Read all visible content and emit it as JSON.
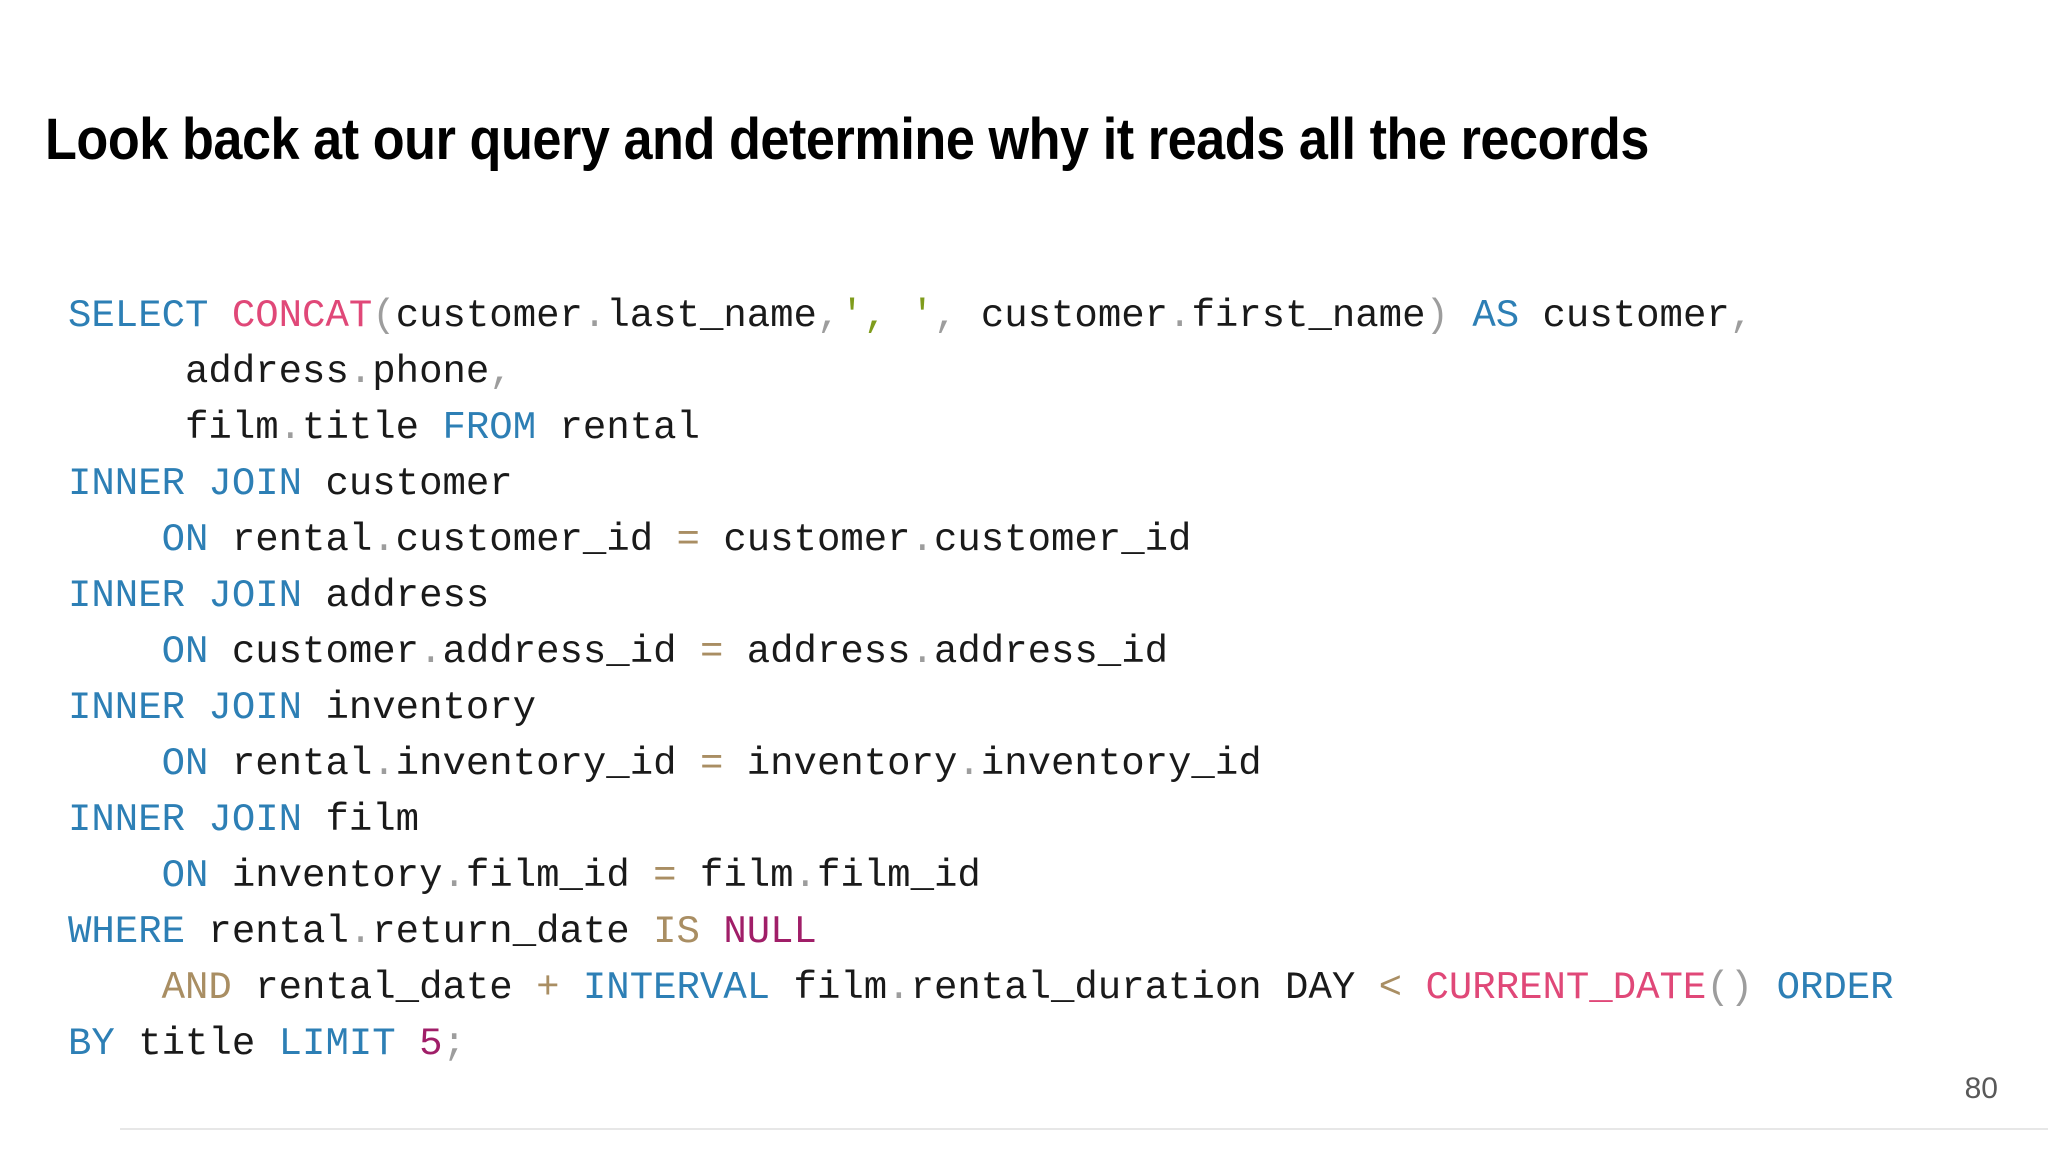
{
  "slide": {
    "title": "Look back at our query and determine why it reads all the records",
    "page_number": "80"
  },
  "palette": {
    "keyword": "#2d7fb5",
    "function": "#e04878",
    "literal": "#a01e68",
    "operator": "#a98e63",
    "string": "#7f9c1c",
    "punct": "#9d9d9d",
    "plain": "#1a1a1a"
  },
  "code": {
    "language": "sql",
    "lines": [
      [
        {
          "t": "SELECT",
          "c": "keyword"
        },
        {
          "t": " ",
          "c": "plain"
        },
        {
          "t": "CONCAT",
          "c": "function"
        },
        {
          "t": "(",
          "c": "punct"
        },
        {
          "t": "customer",
          "c": "plain"
        },
        {
          "t": ".",
          "c": "punct"
        },
        {
          "t": "last_name",
          "c": "plain"
        },
        {
          "t": ",",
          "c": "punct"
        },
        {
          "t": "', '",
          "c": "string"
        },
        {
          "t": ",",
          "c": "punct"
        },
        {
          "t": " ",
          "c": "plain"
        },
        {
          "t": "customer",
          "c": "plain"
        },
        {
          "t": ".",
          "c": "punct"
        },
        {
          "t": "first_name",
          "c": "plain"
        },
        {
          "t": ")",
          "c": "punct"
        },
        {
          "t": " ",
          "c": "plain"
        },
        {
          "t": "AS",
          "c": "keyword"
        },
        {
          "t": " customer",
          "c": "plain"
        },
        {
          "t": ",",
          "c": "punct"
        }
      ],
      [
        {
          "t": "     address",
          "c": "plain"
        },
        {
          "t": ".",
          "c": "punct"
        },
        {
          "t": "phone",
          "c": "plain"
        },
        {
          "t": ",",
          "c": "punct"
        }
      ],
      [
        {
          "t": "     film",
          "c": "plain"
        },
        {
          "t": ".",
          "c": "punct"
        },
        {
          "t": "title",
          "c": "plain"
        },
        {
          "t": " ",
          "c": "plain"
        },
        {
          "t": "FROM",
          "c": "keyword"
        },
        {
          "t": " rental",
          "c": "plain"
        }
      ],
      [
        {
          "t": "INNER JOIN",
          "c": "keyword"
        },
        {
          "t": " customer",
          "c": "plain"
        }
      ],
      [
        {
          "t": "    ",
          "c": "plain"
        },
        {
          "t": "ON",
          "c": "keyword"
        },
        {
          "t": " rental",
          "c": "plain"
        },
        {
          "t": ".",
          "c": "punct"
        },
        {
          "t": "customer_id",
          "c": "plain"
        },
        {
          "t": " ",
          "c": "plain"
        },
        {
          "t": "=",
          "c": "operator"
        },
        {
          "t": " customer",
          "c": "plain"
        },
        {
          "t": ".",
          "c": "punct"
        },
        {
          "t": "customer_id",
          "c": "plain"
        }
      ],
      [
        {
          "t": "INNER JOIN",
          "c": "keyword"
        },
        {
          "t": " address",
          "c": "plain"
        }
      ],
      [
        {
          "t": "    ",
          "c": "plain"
        },
        {
          "t": "ON",
          "c": "keyword"
        },
        {
          "t": " customer",
          "c": "plain"
        },
        {
          "t": ".",
          "c": "punct"
        },
        {
          "t": "address_id",
          "c": "plain"
        },
        {
          "t": " ",
          "c": "plain"
        },
        {
          "t": "=",
          "c": "operator"
        },
        {
          "t": " address",
          "c": "plain"
        },
        {
          "t": ".",
          "c": "punct"
        },
        {
          "t": "address_id",
          "c": "plain"
        }
      ],
      [
        {
          "t": "INNER JOIN",
          "c": "keyword"
        },
        {
          "t": " inventory",
          "c": "plain"
        }
      ],
      [
        {
          "t": "    ",
          "c": "plain"
        },
        {
          "t": "ON",
          "c": "keyword"
        },
        {
          "t": " rental",
          "c": "plain"
        },
        {
          "t": ".",
          "c": "punct"
        },
        {
          "t": "inventory_id",
          "c": "plain"
        },
        {
          "t": " ",
          "c": "plain"
        },
        {
          "t": "=",
          "c": "operator"
        },
        {
          "t": " inventory",
          "c": "plain"
        },
        {
          "t": ".",
          "c": "punct"
        },
        {
          "t": "inventory_id",
          "c": "plain"
        }
      ],
      [
        {
          "t": "INNER JOIN",
          "c": "keyword"
        },
        {
          "t": " film",
          "c": "plain"
        }
      ],
      [
        {
          "t": "    ",
          "c": "plain"
        },
        {
          "t": "ON",
          "c": "keyword"
        },
        {
          "t": " inventory",
          "c": "plain"
        },
        {
          "t": ".",
          "c": "punct"
        },
        {
          "t": "film_id",
          "c": "plain"
        },
        {
          "t": " ",
          "c": "plain"
        },
        {
          "t": "=",
          "c": "operator"
        },
        {
          "t": " film",
          "c": "plain"
        },
        {
          "t": ".",
          "c": "punct"
        },
        {
          "t": "film_id",
          "c": "plain"
        }
      ],
      [
        {
          "t": "WHERE",
          "c": "keyword"
        },
        {
          "t": " rental",
          "c": "plain"
        },
        {
          "t": ".",
          "c": "punct"
        },
        {
          "t": "return_date",
          "c": "plain"
        },
        {
          "t": " ",
          "c": "plain"
        },
        {
          "t": "IS",
          "c": "operator"
        },
        {
          "t": " ",
          "c": "plain"
        },
        {
          "t": "NULL",
          "c": "literal"
        }
      ],
      [
        {
          "t": "    ",
          "c": "plain"
        },
        {
          "t": "AND",
          "c": "operator"
        },
        {
          "t": " rental_date ",
          "c": "plain"
        },
        {
          "t": "+",
          "c": "operator"
        },
        {
          "t": " ",
          "c": "plain"
        },
        {
          "t": "INTERVAL",
          "c": "keyword"
        },
        {
          "t": " film",
          "c": "plain"
        },
        {
          "t": ".",
          "c": "punct"
        },
        {
          "t": "rental_duration",
          "c": "plain"
        },
        {
          "t": " DAY ",
          "c": "plain"
        },
        {
          "t": "<",
          "c": "operator"
        },
        {
          "t": " ",
          "c": "plain"
        },
        {
          "t": "CURRENT_DATE",
          "c": "function"
        },
        {
          "t": "()",
          "c": "punct"
        },
        {
          "t": " ",
          "c": "plain"
        },
        {
          "t": "ORDER",
          "c": "keyword"
        }
      ],
      [
        {
          "t": "BY",
          "c": "keyword"
        },
        {
          "t": " title ",
          "c": "plain"
        },
        {
          "t": "LIMIT",
          "c": "keyword"
        },
        {
          "t": " ",
          "c": "plain"
        },
        {
          "t": "5",
          "c": "literal"
        },
        {
          "t": ";",
          "c": "punct"
        }
      ]
    ]
  }
}
